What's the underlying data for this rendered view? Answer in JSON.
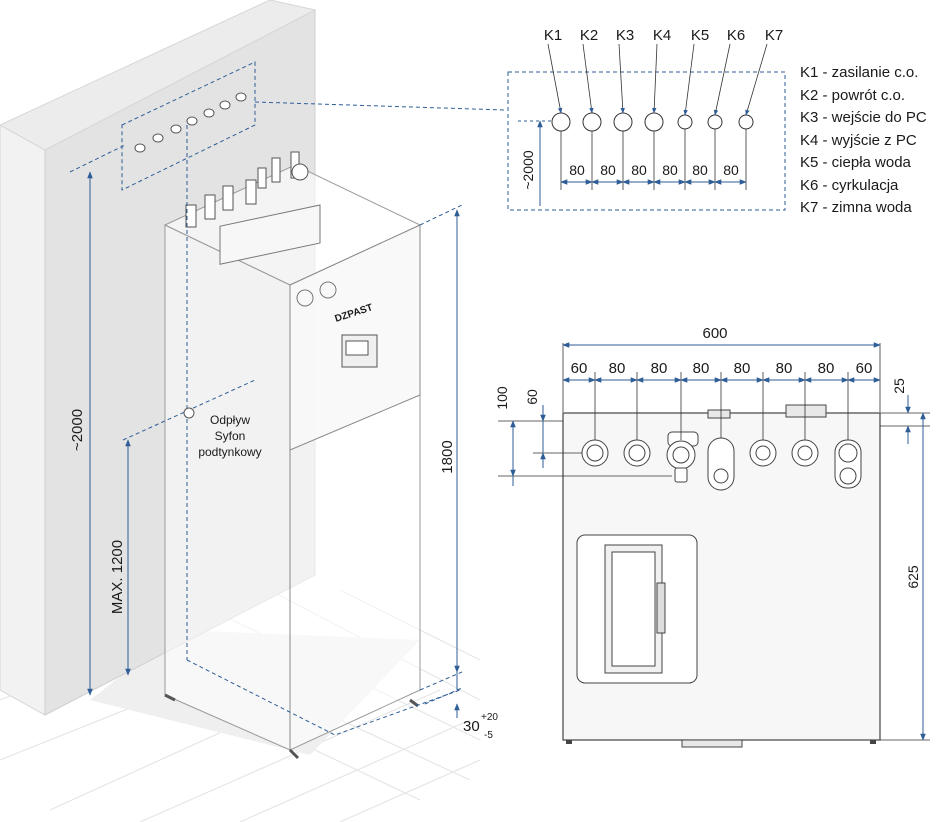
{
  "isometric": {
    "height_wall": "~2000",
    "height_unit": "1800",
    "drain_height": "MAX. 1200",
    "drain_label": [
      "Odpływ",
      "Syfon",
      "podtynkowy"
    ],
    "floor_gap": "30",
    "floor_gap_tol_plus": "+20",
    "floor_gap_tol_minus": "-5",
    "brand": "DZPAST"
  },
  "connections": {
    "labels": [
      "K1",
      "K2",
      "K3",
      "K4",
      "K5",
      "K6",
      "K7"
    ],
    "spacings": [
      "80",
      "80",
      "80",
      "80",
      "80",
      "80"
    ],
    "height": "~2000"
  },
  "legend": [
    "K1 - zasilanie c.o.",
    "K2 - powrót c.o.",
    "K3 - wejście do PC",
    "K4 - wyjście z PC",
    "K5 - ciepła woda",
    "K6 - cyrkulacja",
    "K7 - zimna woda"
  ],
  "top_view": {
    "width": "600",
    "segments": [
      "60",
      "80",
      "80",
      "80",
      "80",
      "80",
      "80",
      "60"
    ],
    "depth": "625",
    "offset_right": "25",
    "offset_left_outer": "100",
    "offset_left_inner": "60"
  },
  "colors": {
    "dim": "#2f5d96",
    "line": "#4a4a4a",
    "wall": "#e3e3e3"
  }
}
